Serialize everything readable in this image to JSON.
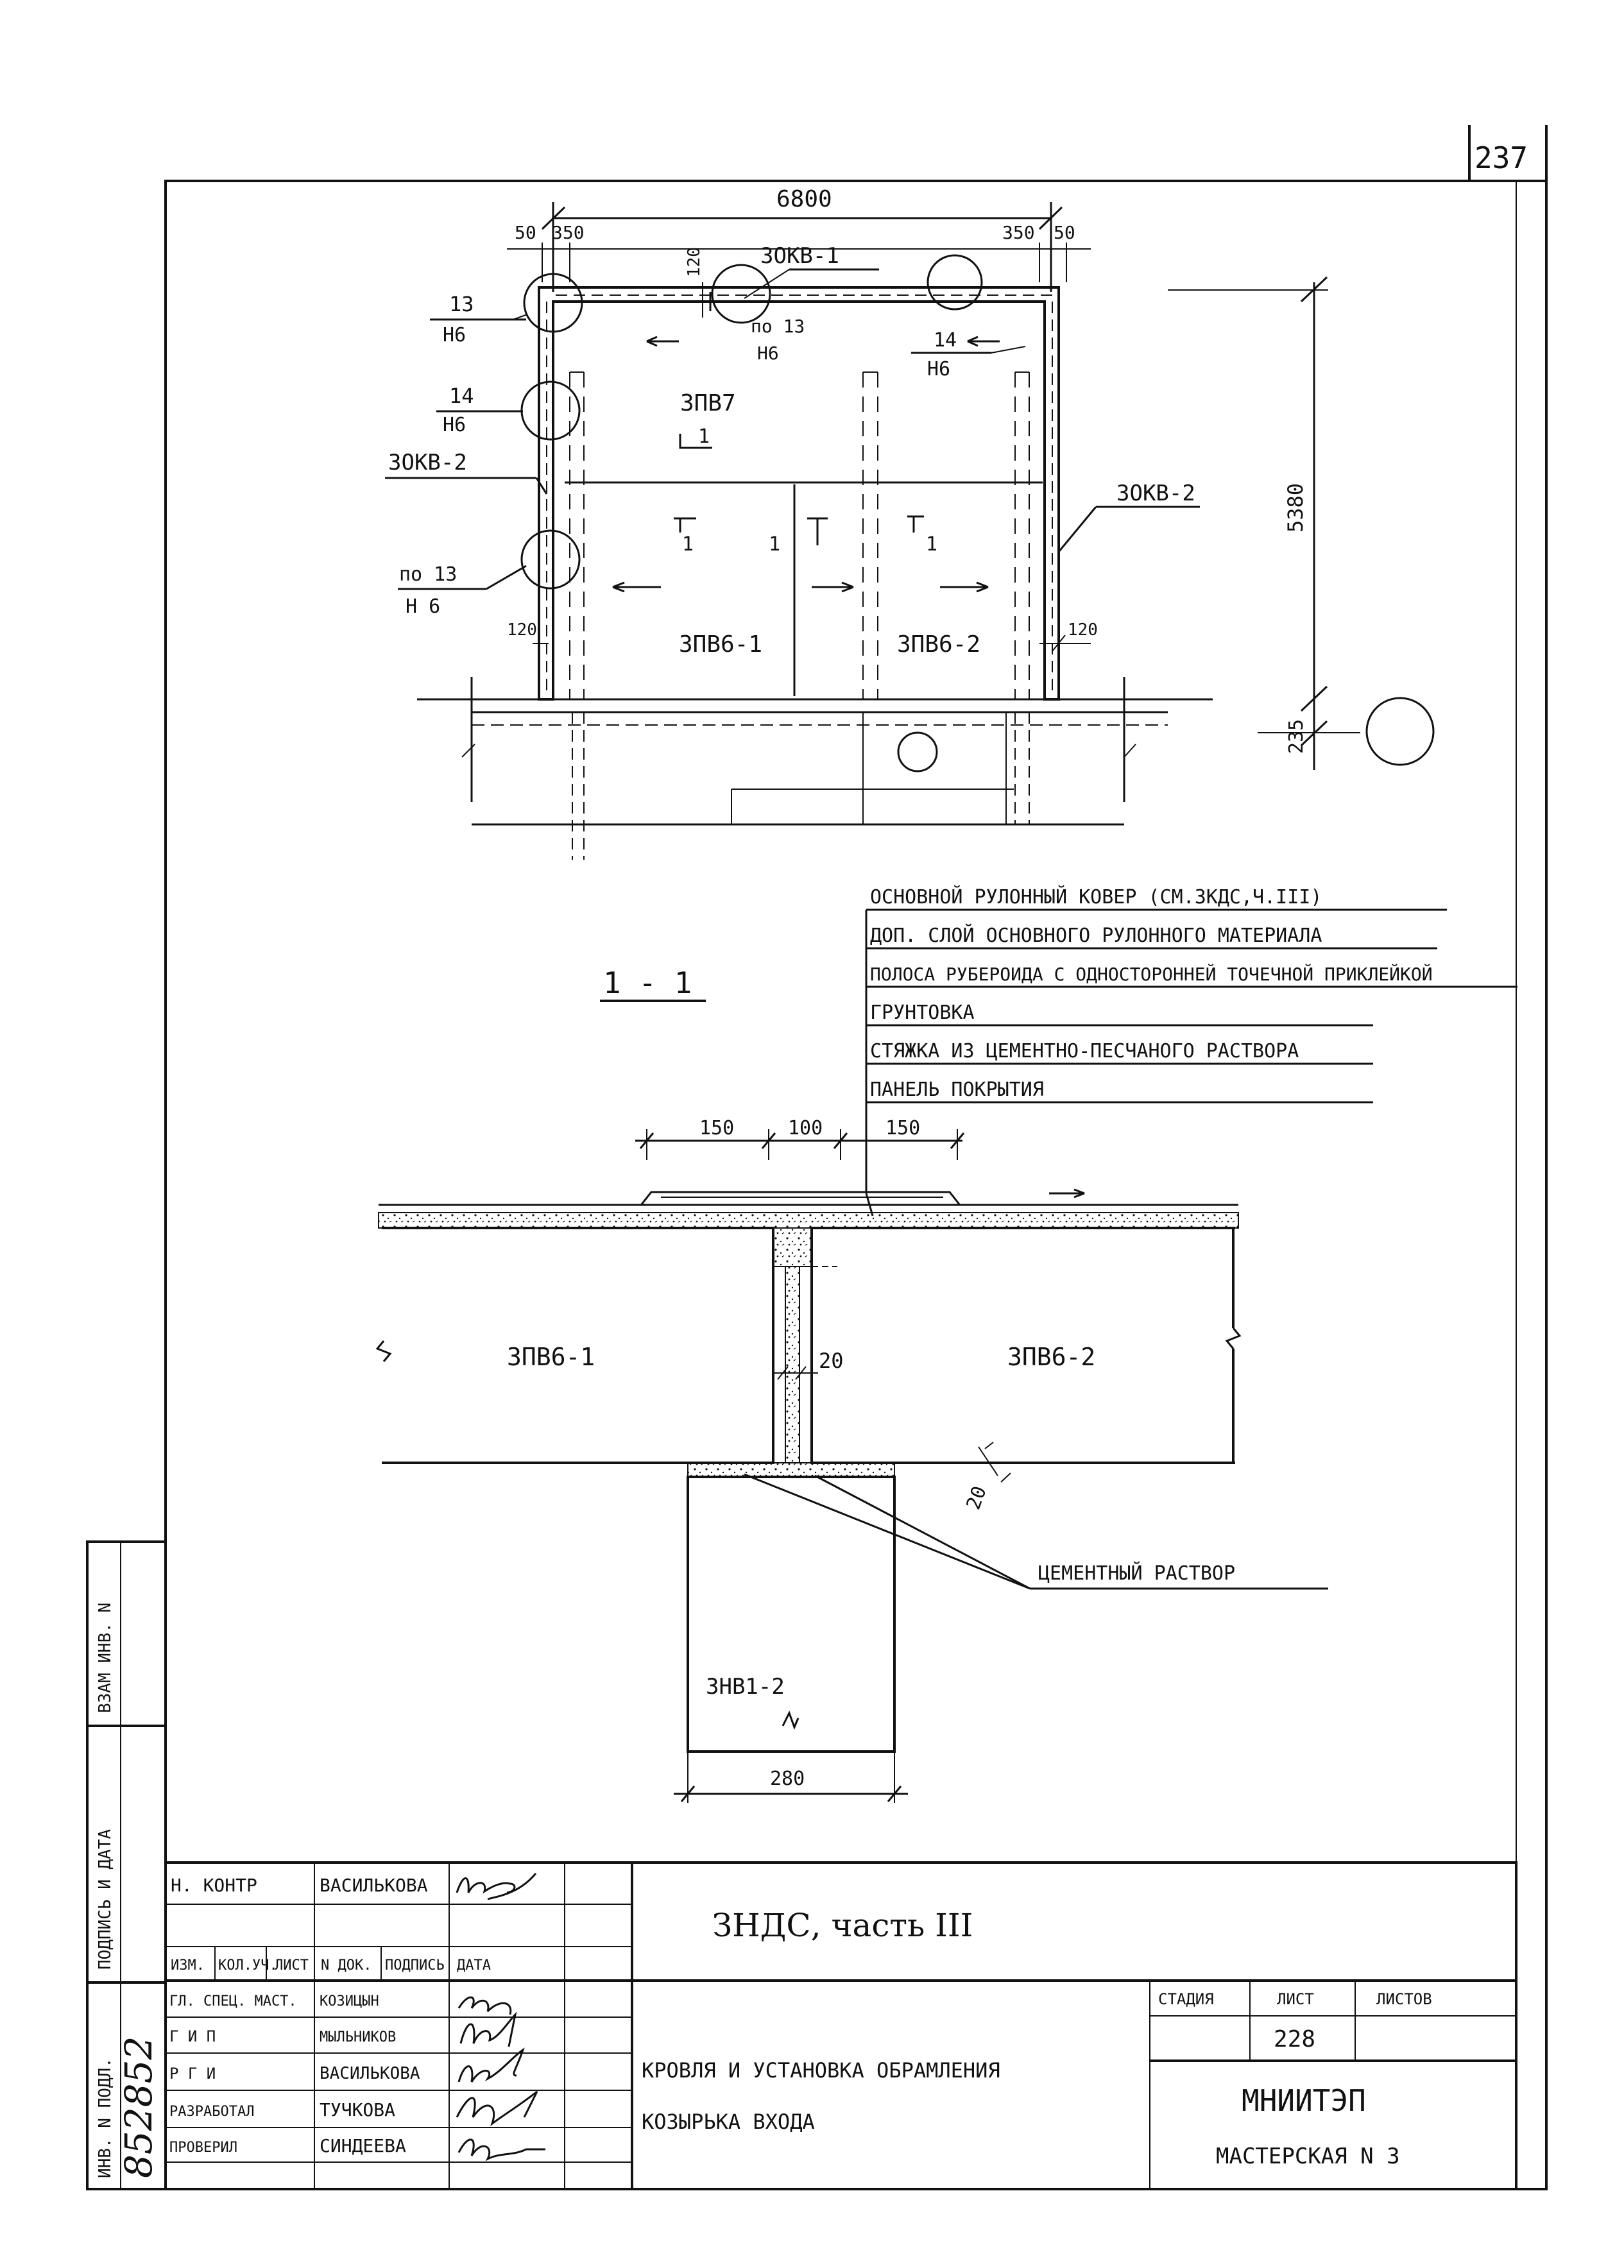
{
  "sheet": {
    "page_number": "237"
  },
  "plan": {
    "dims": {
      "overall_width": "6800",
      "left_50": "50",
      "left_350": "350",
      "right_350": "350",
      "right_50": "50",
      "height": "5380",
      "bottom": "235",
      "edge_120_top": "120",
      "edge_120_left": "120",
      "edge_120_right": "120"
    },
    "labels": {
      "kv1": "3ОКВ-1",
      "kv2_left": "3ОКВ-2",
      "kv2_right": "3ОКВ-2",
      "panel_top": "3ПВ7",
      "panel_left": "3ПВ6-1",
      "panel_right": "3ПВ6-2",
      "cut_mark": "1"
    },
    "callouts": [
      {
        "num": "13",
        "sheet": "Н6"
      },
      {
        "num": "14",
        "sheet": "Н6"
      },
      {
        "num": "по 13",
        "sheet": "Н 6"
      },
      {
        "num": "по 13",
        "sheet": "Н6"
      },
      {
        "num": "14",
        "sheet": "Н6"
      }
    ]
  },
  "section": {
    "title": "1 - 1",
    "layers": [
      "ОСНОВНОЙ РУЛОННЫЙ КОВЕР (СМ.ЗКДС,Ч.III)",
      "ДОП. СЛОЙ ОСНОВНОГО РУЛОННОГО МАТЕРИАЛА",
      "ПОЛОСА РУБЕРОИДА С ОДНОСТОРОННЕЙ ТОЧЕЧНОЙ ПРИКЛЕЙКОЙ",
      "ГРУНТОВКА",
      "СТЯЖКА ИЗ ЦЕМЕНТНО-ПЕСЧАНОГО РАСТВОРА",
      "ПАНЕЛЬ ПОКРЫТИЯ"
    ],
    "dims": {
      "d150a": "150",
      "d100": "100",
      "d150b": "150",
      "gap": "20",
      "bearing": "20",
      "support_width": "280"
    },
    "panel_left": "3ПВ6-1",
    "panel_right": "3ПВ6-2",
    "support": "3НВ1-2",
    "mortar_note": "ЦЕМЕНТНЫЙ РАСТВОР"
  },
  "side_stamp": {
    "col1": "ВЗАМ ИНВ. N",
    "col2": "ПОДПИСЬ И ДАТА",
    "col3": "ИНВ. N ПОДЛ.",
    "inv_number": "852852"
  },
  "title_block": {
    "n_kontr_label": "Н. КОНТР",
    "n_kontr_name": "ВАСИЛЬКОВА",
    "hdr": {
      "izm": "ИЗМ.",
      "koluch": "КОЛ.УЧ.",
      "list": "ЛИСТ",
      "ndok": "N ДОК.",
      "podpis": "ПОДПИСЬ",
      "data": "ДАТА"
    },
    "roles": [
      {
        "role": "ГЛ. СПЕЦ. МАСТ.",
        "name": "КОЗИЦЫН"
      },
      {
        "role": "Г И П",
        "name": "МЫЛЬНИКОВ"
      },
      {
        "role": "Р Г И",
        "name": "ВАСИЛЬКОВА"
      },
      {
        "role": "РАЗРАБОТАЛ",
        "name": "ТУЧКОВА"
      },
      {
        "role": "ПРОВЕРИЛ",
        "name": "СИНДЕЕВА"
      }
    ],
    "project": "ЗНДС,   часть  III",
    "sheet_title_1": "КРОВЛЯ  И  УСТАНОВКА  ОБРАМЛЕНИЯ",
    "sheet_title_2": "КОЗЫРЬКА  ВХОДА",
    "stage_label": "СТАДИЯ",
    "list_label": "ЛИСТ",
    "listov_label": "ЛИСТОВ",
    "list_value": "228",
    "org": "МНИИТЭП",
    "workshop": "МАСТЕРСКАЯ  N 3"
  },
  "colors": {
    "ink": "#111111",
    "paper": "#ffffff"
  }
}
